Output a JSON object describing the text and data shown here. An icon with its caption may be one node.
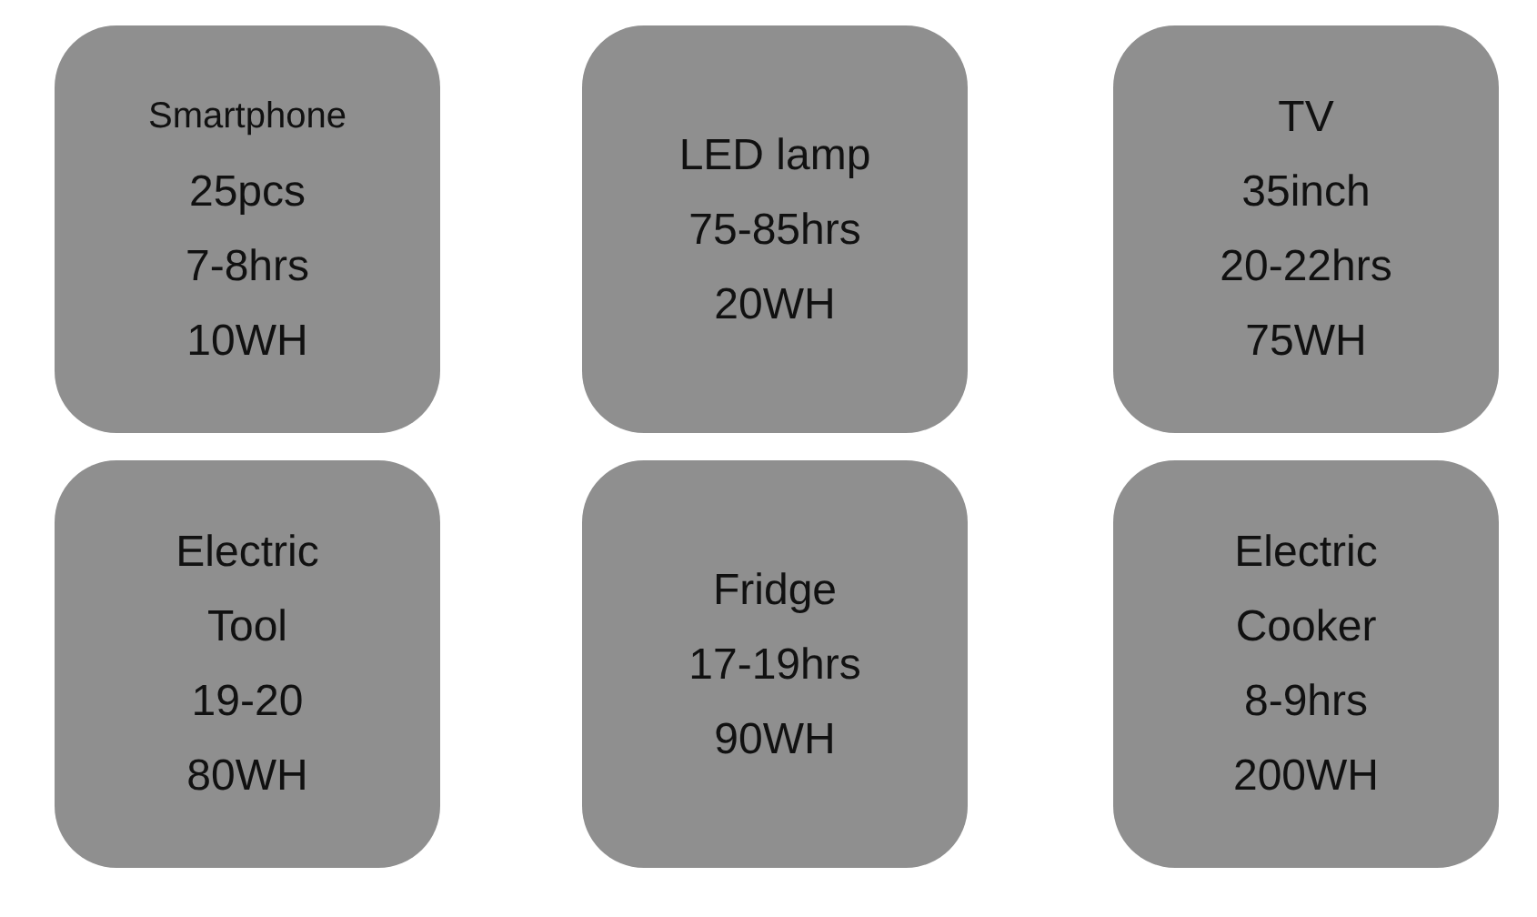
{
  "diagram": {
    "nodes": [
      {
        "text": [
          "Smartphone",
          "25pcs",
          "7-8hrs",
          "10WH"
        ]
      },
      {
        "text": [
          "LED lamp",
          "75-85hrs",
          "20WH"
        ]
      },
      {
        "text": [
          "TV",
          "35inch",
          "20-22hrs",
          "75WH"
        ]
      },
      {
        "text": [
          "Electric",
          "Tool",
          "19-20",
          "80WH"
        ]
      },
      {
        "text": [
          "Fridge",
          "17-19hrs",
          "90WH"
        ]
      },
      {
        "text": [
          "Electric",
          "Cooker",
          "8-9hrs",
          "200WH"
        ]
      }
    ]
  }
}
